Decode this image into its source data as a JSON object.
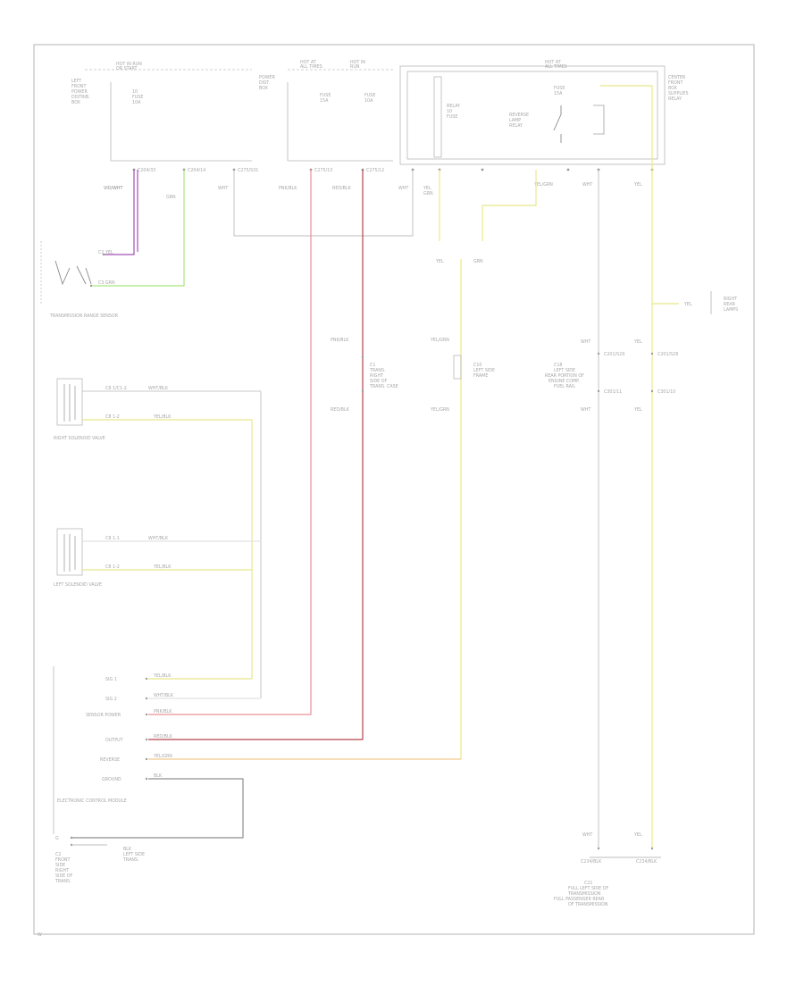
{
  "diagram": {
    "components": {
      "switch_sensor": "TRANSMISSION RANGE SENSOR",
      "right_solenoid": "RIGHT SOLENOID VALVE",
      "left_solenoid": "LEFT SOLENOID VALVE",
      "module": "ELECTRONIC CONTROL MODULE",
      "ground_block": "G"
    },
    "module_terminals": {
      "sig1": "SIG 1",
      "sig2": "SIG 2",
      "sensor_power": "SENSOR POWER",
      "output": "OUTPUT",
      "reverse": "REVERSE",
      "ground": "GROUND"
    },
    "wire_colors": {
      "violet": "#a24fb6",
      "green": "#a9e67e",
      "pink": "#ec8f97",
      "red": "#b4444c",
      "yellow": "#e8e88a",
      "orange": "#f1c98f",
      "gray": "#bdbdbd"
    },
    "footer_code": "W"
  }
}
